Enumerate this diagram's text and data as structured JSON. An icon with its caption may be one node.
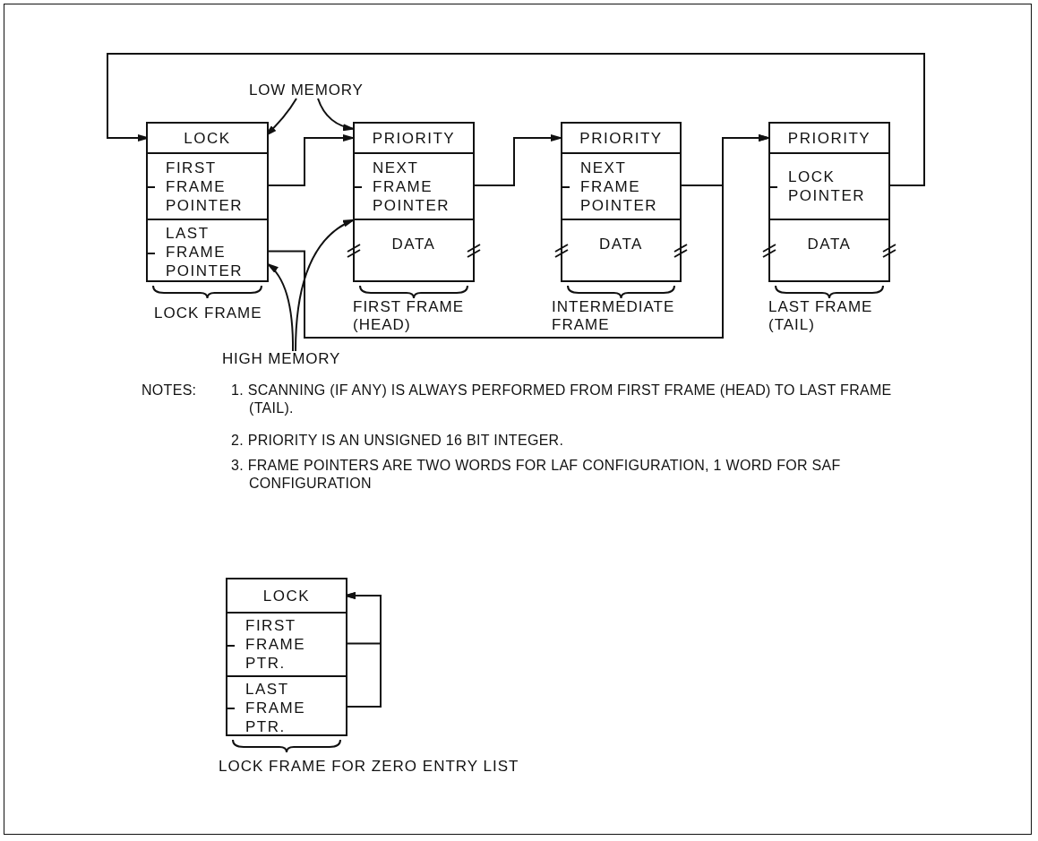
{
  "diagram": {
    "nodes": [
      {
        "text": [
          "LOW MEMORY"
        ]
      },
      {
        "text": [],
        "shape": "box",
        "beside": [
          "LOCK FRAME"
        ]
      },
      {
        "text": [
          "LOCK"
        ],
        "in": 1
      },
      {
        "text": [
          "FIRST FRAME POINTER"
        ],
        "in": 1
      },
      {
        "text": [
          "LAST FRAME POINTER"
        ],
        "in": 1
      },
      {
        "text": [],
        "shape": "box",
        "beside": [
          "FIRST FRAME (HEAD)"
        ]
      },
      {
        "text": [
          "PRIORITY"
        ],
        "in": 5
      },
      {
        "text": [
          "NEXT FRAME POINTER"
        ],
        "in": 5
      },
      {
        "text": [
          "DATA"
        ],
        "in": 5
      },
      {
        "text": [],
        "shape": "box",
        "beside": [
          "INTERMEDIATE FRAME"
        ]
      },
      {
        "text": [
          "PRIORITY"
        ],
        "in": 9
      },
      {
        "text": [
          "NEXT FRAME POINTER"
        ],
        "in": 9
      },
      {
        "text": [
          "DATA"
        ],
        "in": 9
      },
      {
        "text": [],
        "shape": "box",
        "beside": [
          "LAST FRAME (TAIL)"
        ]
      },
      {
        "text": [
          "PRIORITY"
        ],
        "in": 13
      },
      {
        "text": [
          "LOCK POINTER"
        ],
        "in": 13
      },
      {
        "text": [
          "DATA"
        ],
        "in": 13
      },
      {
        "text": [
          "HIGH MEMORY"
        ]
      },
      {
        "text": [],
        "shape": "box",
        "beside": [
          "LOCK FRAME FOR ZERO ENTRY LIST"
        ]
      },
      {
        "text": [
          "LOCK"
        ],
        "in": 18
      },
      {
        "text": [
          "FIRST FRAME PTR."
        ],
        "in": 18
      },
      {
        "text": [
          "LAST FRAME PTR."
        ],
        "in": 18
      }
    ],
    "edges": [
      {
        "from": 3,
        "to": 6,
        "arrow": "to"
      },
      {
        "from": 7,
        "to": 10,
        "arrow": "to"
      },
      {
        "from": 11,
        "to": 14,
        "arrow": "to"
      },
      {
        "from": 15,
        "to": 2,
        "arrow": "to"
      },
      {
        "from": 4,
        "to": 14,
        "arrow": "to"
      },
      {
        "from": 0,
        "to": 2,
        "arrow": "to"
      },
      {
        "from": 0,
        "to": 6,
        "arrow": "to"
      },
      {
        "from": 17,
        "to": 4,
        "arrow": "to"
      },
      {
        "from": 17,
        "to": 8,
        "arrow": "to"
      },
      {
        "from": 20,
        "to": 19,
        "arrow": "to"
      },
      {
        "from": 21,
        "to": 19,
        "arrow": "to"
      }
    ],
    "labels": [
      "NOTES:",
      "1. SCANNING (IF ANY) IS ALWAYS PERFORMED FROM FIRST FRAME (HEAD) TO LAST FRAME (TAIL).",
      "2. PRIORITY IS AN UNSIGNED 16 BIT INTEGER.",
      "3. FRAME POINTERS ARE TWO WORDS FOR LAF CONFIGURATION, 1 WORD FOR SAF CONFIGURATION"
    ]
  }
}
